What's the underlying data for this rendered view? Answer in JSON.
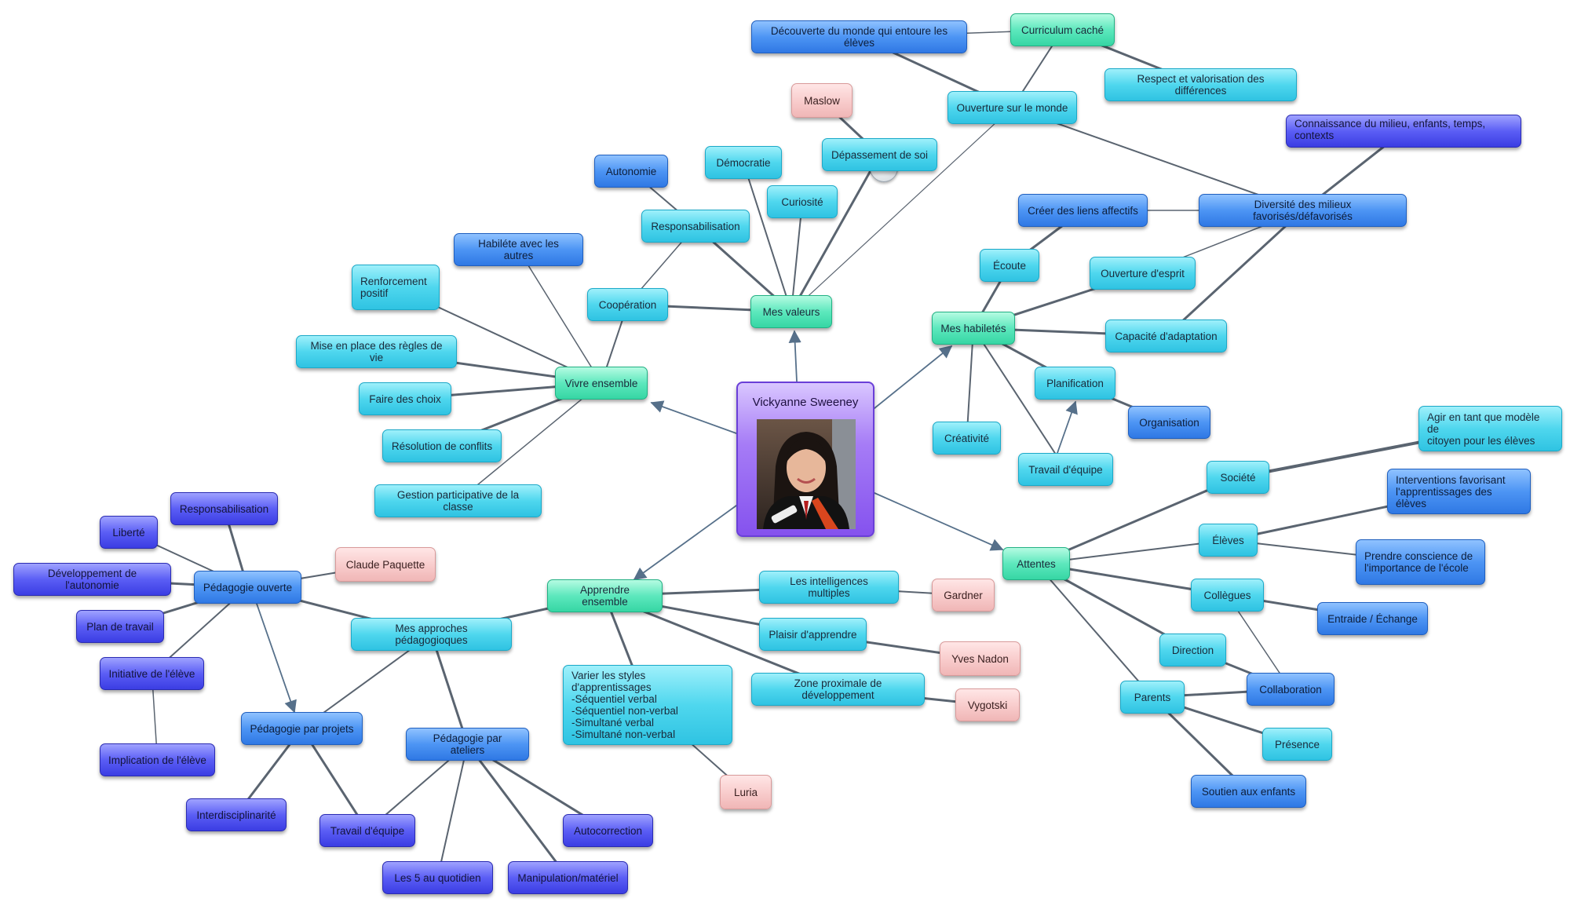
{
  "center": {
    "title": "Vickyanne Sweeney",
    "photo_alt": "portrait-photo"
  },
  "collapse_button": {
    "label": "–",
    "icon": "minus-icon"
  },
  "colors": {
    "cyan": "#4fd7ee",
    "green": "#5de8bd",
    "blue": "#4d95f4",
    "indigo": "#5b5ef5",
    "pink": "#f8cbcb",
    "center": "#a67cf6",
    "edge": "#5a6470",
    "arrow": "#56708a"
  },
  "nodes": {
    "mes_valeurs": "Mes valeurs",
    "vivre_ensemble": "Vivre ensemble",
    "mes_habiletes": "Mes habiletés",
    "attentes": "Attentes",
    "apprendre_ensemble": "Apprendre ensemble",
    "decouverte": "Découverte du monde qui entoure les élèves",
    "curriculum_cache": "Curriculum caché",
    "ouverture_monde": "Ouverture sur le monde",
    "respect": "Respect et valorisation des différences",
    "maslow": "Maslow",
    "depassement": "Dépassement de soi",
    "democratie": "Démocratie",
    "autonomie": "Autonomie",
    "curiosite": "Curiosité",
    "responsabilisation_valeurs": "Responsabilisation",
    "habilete_autres": "Habiléte avec les autres",
    "cooperation": "Coopération",
    "renforcement": "Renforcement\npositif",
    "regles_vie": "Mise en place des règles de vie",
    "faire_choix": "Faire des choix",
    "resolution_conflits": "Résolution de conflits",
    "gestion_participative": "Gestion participative de la classe",
    "connaissance_milieu": "Connaissance du milieu, enfants, temps, contexts",
    "diversite_milieux": "Diversité des milieux favorisés/défavorisés",
    "liens_affectifs": "Créer des liens affectifs",
    "ecoute": "Écoute",
    "ouverture_esprit": "Ouverture d'esprit",
    "capacite_adaptation": "Capacité d'adaptation",
    "planification": "Planification",
    "organisation": "Organisation",
    "creativite": "Créativité",
    "travail_equipe_hab": "Travail d'équipe",
    "societe": "Société",
    "modele_citoyen": "Agir en tant que modèle de\ncitoyen pour les élèves",
    "eleves": "Élèves",
    "interventions": "Interventions favorisant\nl'apprentissages des élèves",
    "conscience_ecole": "Prendre conscience de\nl'importance de l'école",
    "collegues": "Collègues",
    "entraide": "Entraide / Échange",
    "direction": "Direction",
    "collaboration": "Collaboration",
    "parents": "Parents",
    "presence": "Présence",
    "soutien_enfants": "Soutien aux enfants",
    "intelligences_multiples": "Les intelligences multiples",
    "gardner": "Gardner",
    "plaisir_apprendre": "Plaisir d'apprendre",
    "yves_nadon": "Yves Nadon",
    "zone_proximale": "Zone proximale de développement",
    "vygotski": "Vygotski",
    "styles_apprentissage": "Varier les styles d'apprentissages\n-Séquentiel verbal\n-Séquentiel non-verbal\n-Simultané verbal\n-Simultané non-verbal",
    "luria": "Luria",
    "approches": "Mes approches pédagogioques",
    "pedagogie_ouverte": "Pédagogie ouverte",
    "claude_paquette": "Claude Paquette",
    "responsabilisation_ped": "Responsabilisation",
    "liberte": "Liberté",
    "dev_autonomie": "Développement de l'autonomie",
    "plan_travail": "Plan de travail",
    "initiative": "Initiative de l'élève",
    "implication": "Implication de l'élève",
    "pedagogie_projets": "Pédagogie par projets",
    "interdisciplinarite": "Interdisciplinarité",
    "travail_equipe_ped": "Travail d'équipe",
    "pedagogie_ateliers": "Pédagogie par ateliers",
    "les5_quotidien": "Les 5 au quotidien",
    "manipulation": "Manipulation/matériel",
    "autocorrection": "Autocorrection"
  }
}
